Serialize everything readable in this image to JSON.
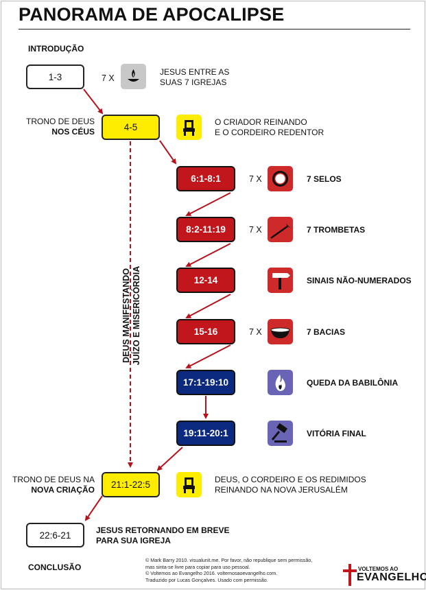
{
  "title": "PANORAMA DE APOCALIPSE",
  "introduction": "INTRODUÇÃO",
  "conclusion": "CONCLUSÃO",
  "vertical_label": [
    "DEUS MANIFESTANDO",
    "JUÍZO E MISERICÓRDIA"
  ],
  "times_label": "7 X",
  "stages": {
    "intro": {
      "ref": "1-3",
      "desc": [
        "JESUS ENTRE AS",
        "SUAS 7 IGREJAS"
      ],
      "icon": "lampstand-icon"
    },
    "throne1": {
      "ref": "4-5",
      "label": [
        "TRONO DE DEUS",
        "NOS CÉUS"
      ],
      "desc": [
        "O CRIADOR REINANDO",
        "E O CORDEIRO REDENTOR"
      ],
      "icon": "throne-icon"
    },
    "seals": {
      "ref": "6:1-8:1",
      "desc": "7 SELOS",
      "icon": "seal-icon"
    },
    "trumpets": {
      "ref": "8:2-11:19",
      "desc": "7 TROMBETAS",
      "icon": "trumpet-icon"
    },
    "signs": {
      "ref": "12-14",
      "desc": "SINAIS NÃO-NUMERADOS",
      "icon": "signpost-icon"
    },
    "bowls": {
      "ref": "15-16",
      "desc": "7 BACIAS",
      "icon": "bowl-icon"
    },
    "babylon": {
      "ref": "17:1-19:10",
      "desc": "QUEDA DA BABILÔNIA",
      "icon": "fire-icon"
    },
    "victory": {
      "ref": "19:11-20:1",
      "desc": "VITÓRIA FINAL",
      "icon": "gavel-icon"
    },
    "throne2": {
      "ref": "21:1-22:5",
      "label": [
        "TRONO DE DEUS NA",
        "NOVA CRIAÇÃO"
      ],
      "desc": [
        "DEUS, O CORDEIRO E OS REDIMIDOS",
        "REINANDO NA NOVA JERUSALÉM"
      ],
      "icon": "throne-icon"
    },
    "return": {
      "ref": "22:6-21",
      "desc": [
        "JESUS RETORNANDO EM BREVE",
        "PARA SUA IGREJA"
      ]
    }
  },
  "credits": [
    "© Mark Barry 2010. visualunit.me. Por favor, não republique sem permissão,",
    "mas sinta-se livre para copiar para uso pessoal.",
    "© Voltemos ao Evangelho 2016. voltemosaoevangelho.com.",
    "Traduzido por Lucas Gonçalves. Usado com permissão."
  ],
  "logo": {
    "small": "VOLTEMOS AO",
    "large": "EVANGELHO"
  },
  "colors": {
    "red": "#c0161c",
    "blue": "#0b2a7f",
    "yellow": "#ffed00",
    "icon_red": "#cf2a2a",
    "icon_purple": "#6a64b4",
    "icon_gray": "#c8c8c8"
  }
}
